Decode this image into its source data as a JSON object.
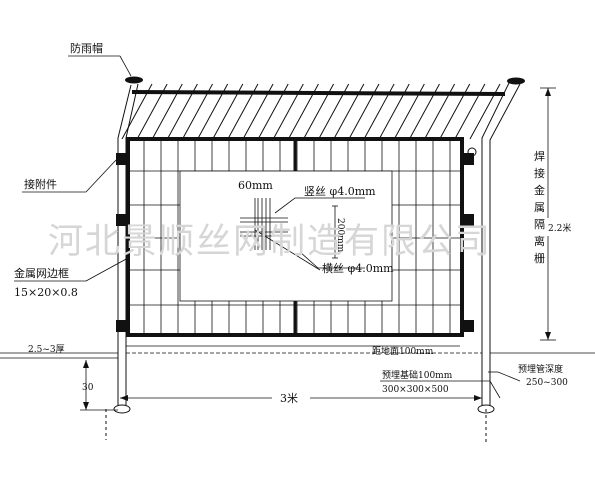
{
  "labels": {
    "rain_cap": "防雨帽",
    "connector": "接附件",
    "frame_title": "金属网边框",
    "frame_spec": "15×20×0.8",
    "ground_thickness": "2.5~3厚",
    "mesh_size": "60mm",
    "vertical_wire": "竖丝 φ4.0mm",
    "mesh_height": "200mm",
    "horizontal_wire": "横丝 φ4.0mm",
    "ground_clearance": "距地面100mm",
    "foundation_title": "预埋基础100mm",
    "foundation_spec": "300×300×500",
    "embed_depth_title": "预埋管深度",
    "embed_depth_value": "250~300",
    "dim_30": "30",
    "dim_span": "3米",
    "dim_height": "2.2米",
    "right_vertical": "焊接金属隔离栅"
  },
  "watermark": "河北景顺丝网制造有限公司"
}
